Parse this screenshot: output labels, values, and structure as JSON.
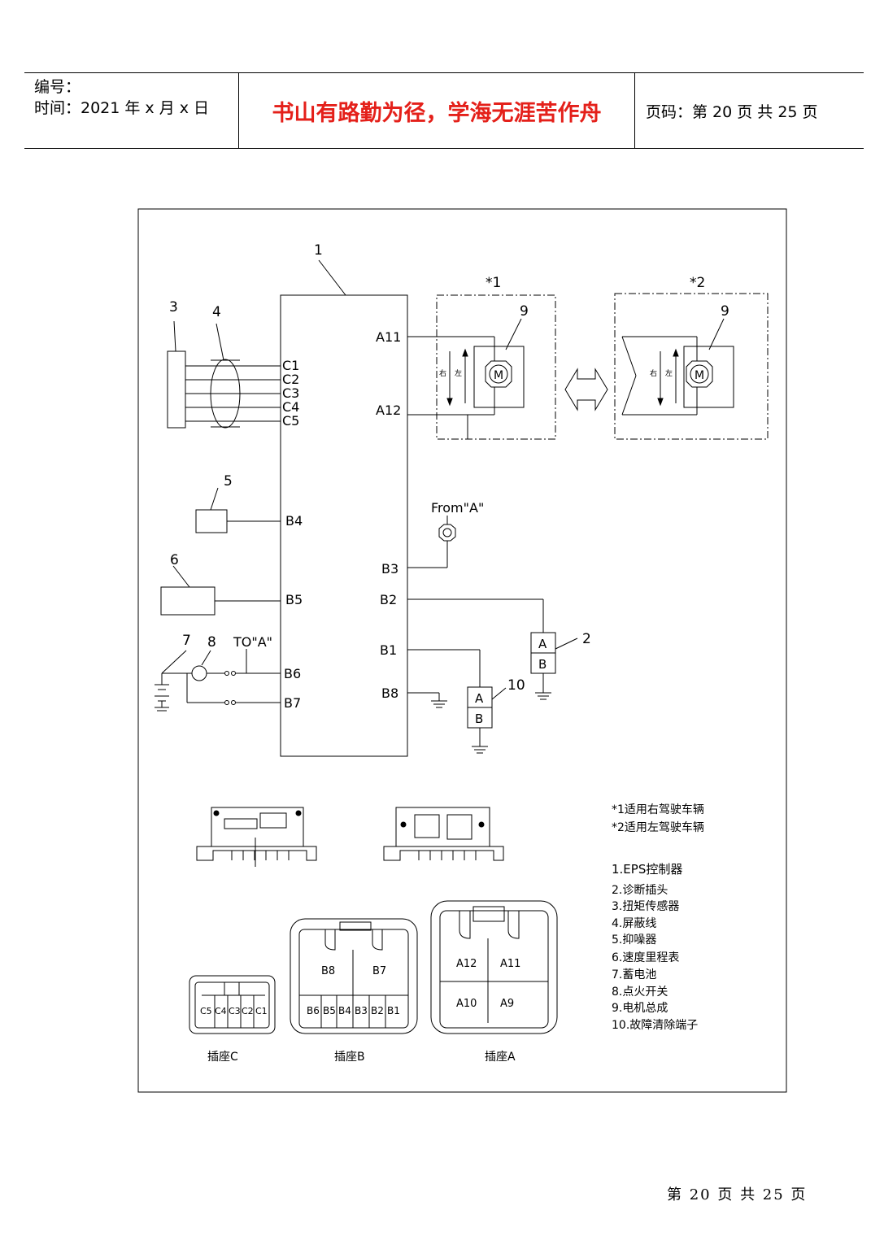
{
  "header": {
    "number_label": "编号：",
    "time_label": "时间：2021 年 x 月 x 日",
    "motto": "书山有路勤为径，学海无涯苦作舟",
    "page_label": "页码：第 20 页  共 25 页"
  },
  "diagram": {
    "callouts": [
      "1",
      "2",
      "3",
      "4",
      "5",
      "6",
      "7",
      "8",
      "9",
      "10"
    ],
    "variant_labels": [
      "*1",
      "*2"
    ],
    "pins_left": [
      "C1",
      "C2",
      "C3",
      "C4",
      "C5",
      "B4",
      "B5",
      "B6",
      "B7"
    ],
    "pins_right": [
      "A11",
      "A12",
      "B3",
      "B2",
      "B1",
      "B8"
    ],
    "from_label": "From\"A\"",
    "to_label": "TO\"A\"",
    "motor_symbol": "M",
    "plug_a": "A",
    "plug_b": "B",
    "direction_chars": [
      "右",
      "左"
    ],
    "notes": [
      "*1适用右驾驶车辆",
      "*2适用左驾驶车辆"
    ],
    "legend": [
      "1.EPS控制器",
      "2.诊断插头",
      "3.扭矩传感器",
      "4.屏蔽线",
      "5.抑噪器",
      "6.速度里程表",
      "7.蓄电池",
      "8.点火开关",
      "9.电机总成",
      "10.故障清除端子"
    ],
    "socket_c": {
      "label": "插座C",
      "pins": [
        "C5",
        "C4",
        "C3",
        "C2",
        "C1"
      ]
    },
    "socket_b": {
      "label": "插座B",
      "top_pins": [
        "B8",
        "B7"
      ],
      "pins": [
        "B6",
        "B5",
        "B4",
        "B3",
        "B2",
        "B1"
      ]
    },
    "socket_a": {
      "label": "插座A",
      "pins": [
        "A12",
        "A11",
        "A10",
        "A9"
      ]
    }
  },
  "footer": {
    "page": "第 20 页 共 25 页"
  }
}
